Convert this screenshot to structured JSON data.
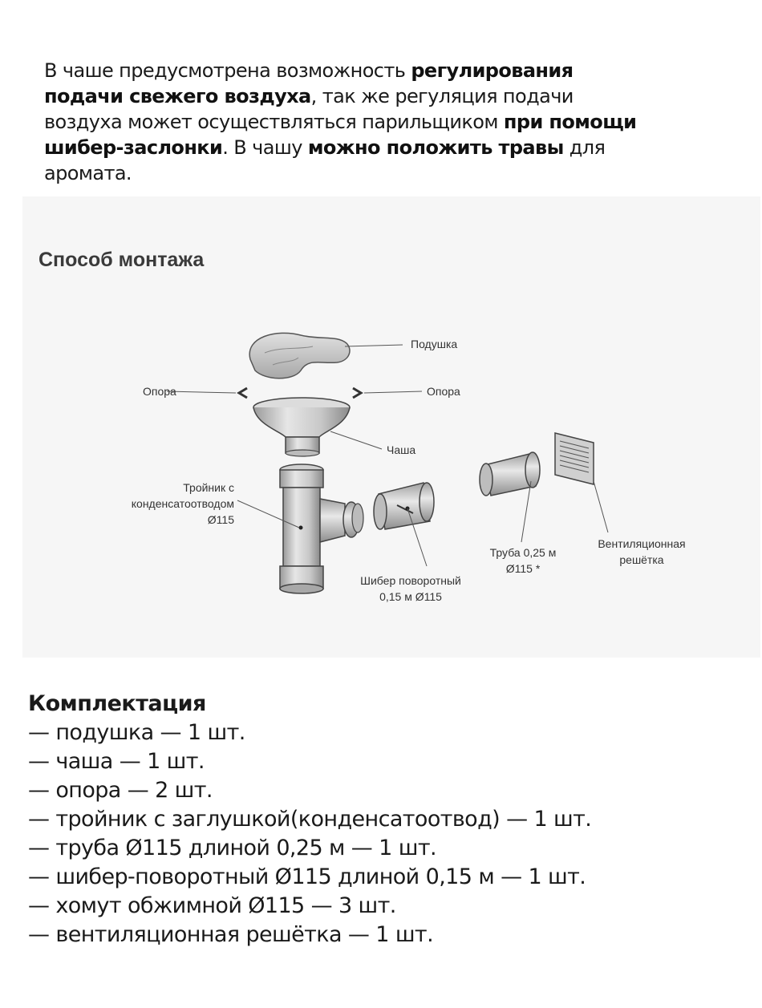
{
  "intro": {
    "p1": "В чаше предусмотрена возможность ",
    "b1": "регулирования подачи свежего воздуха",
    "p2": ", так же регуляция подачи воздуха может осуществляться парильщиком ",
    "b2": "при помощи шибер-заслонки",
    "p3": ". В чашу ",
    "b3": "можно положить травы",
    "p4": " для аромата."
  },
  "diagram": {
    "title": "Способ монтажа",
    "labels": {
      "pillow": "Подушка",
      "support_left": "Опора",
      "support_right": "Опора",
      "bowl": "Чаша",
      "tee_line1": "Тройник с",
      "tee_line2": "конденсатоотводом",
      "tee_line3": "Ø115",
      "damper_line1": "Шибер поворотный",
      "damper_line2": "0,15 м Ø115",
      "pipe_line1": "Труба 0,25 м",
      "pipe_line2": "Ø115 *",
      "grille_line1": "Вентиляционная",
      "grille_line2": "решётка"
    }
  },
  "kit": {
    "title": "Комплектация",
    "items": [
      "— подушка — 1 шт.",
      "— чаша — 1 шт.",
      "— опора — 2 шт.",
      "— тройник с заглушкой(конденсатоотвод) — 1 шт.",
      "— труба Ø115 длиной 0,25 м — 1 шт.",
      "— шибер-поворотный Ø115 длиной 0,15 м — 1 шт.",
      "— хомут обжимной Ø115 — 3 шт.",
      "— вентиляционная решётка — 1 шт."
    ]
  }
}
